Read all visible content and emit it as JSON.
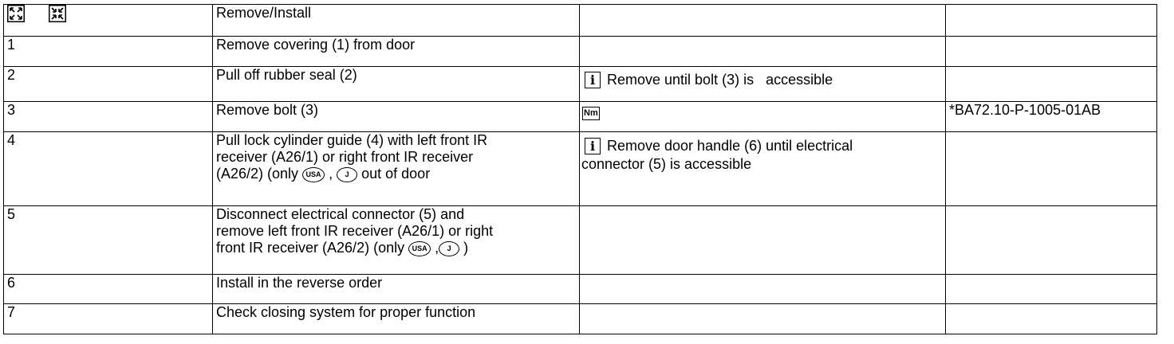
{
  "header": {
    "title": "Remove/Install",
    "icons": [
      "expand-icon",
      "collapse-icon"
    ]
  },
  "steps": [
    {
      "num": "1",
      "text": "Remove covering (1) from door",
      "note": "",
      "ref": ""
    },
    {
      "num": "2",
      "text": "Pull off rubber seal (2)",
      "note": "Remove until bolt (3) is   accessible",
      "note_icon": "info-icon",
      "ref": ""
    },
    {
      "num": "3",
      "text": "Remove bolt (3)",
      "note_icon": "torque-nm-icon",
      "note_icon_label": "Nm",
      "ref": "*BA72.10-P-1005-01AB"
    },
    {
      "num": "4",
      "text_l1": "Pull lock cylinder guide (4) with left front IR",
      "text_l2": "receiver (A26/1) or right front IR receiver",
      "text_l3a": "(A26/2) (only",
      "text_l3b": ",",
      "text_l3c": "out of door",
      "note_icon": "info-icon",
      "note_l1": "Remove door handle (6) until electrical",
      "note_l2": "connector (5) is accessible",
      "ref": ""
    },
    {
      "num": "5",
      "text_l1": "Disconnect electrical connector (5) and",
      "text_l2": "remove left front IR receiver (A26/1) or right",
      "text_l3a": "front IR receiver (A26/2) (only",
      "text_l3b": ",",
      "text_l3c": ")",
      "note": "",
      "ref": ""
    },
    {
      "num": "6",
      "text": "Install in the reverse order",
      "note": "",
      "ref": ""
    },
    {
      "num": "7",
      "text": "Check closing system for proper function",
      "note": "",
      "ref": ""
    }
  ],
  "country_codes": {
    "usa": "USA",
    "japan": "J"
  },
  "info_glyph": "i"
}
